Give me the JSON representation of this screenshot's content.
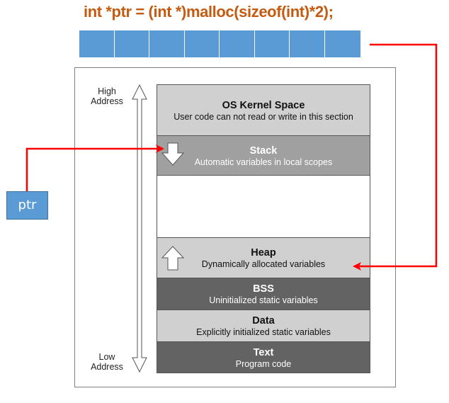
{
  "title": "int *ptr = (int *)malloc(sizeof(int)*2);",
  "memory_array": {
    "cell_count": 8,
    "color": "#5b9bd5"
  },
  "address_axis": {
    "high_label_line1": "High",
    "high_label_line2": "Address",
    "low_label_line1": "Low",
    "low_label_line2": "Address"
  },
  "segments": [
    {
      "name": "OS Kernel Space",
      "desc": "User code can not read or write in this section",
      "shade": "light"
    },
    {
      "name": "Stack",
      "desc": "Automatic variables in local scopes",
      "shade": "mid",
      "growth": "down"
    },
    {
      "name": "",
      "desc": "",
      "shade": "empty"
    },
    {
      "name": "Heap",
      "desc": "Dynamically allocated variables",
      "shade": "light",
      "growth": "up"
    },
    {
      "name": "BSS",
      "desc": "Uninitialized static variables",
      "shade": "dark"
    },
    {
      "name": "Data",
      "desc": "Explicitly initialized static variables",
      "shade": "light"
    },
    {
      "name": "Text",
      "desc": "Program code",
      "shade": "dark"
    }
  ],
  "pointer": {
    "label": "ptr"
  },
  "colors": {
    "title": "#c55a11",
    "connector": "#ff0000",
    "cell": "#5b9bd5",
    "light_segment": "#d0d0d0",
    "mid_segment": "#a0a0a0",
    "dark_segment": "#636363"
  }
}
